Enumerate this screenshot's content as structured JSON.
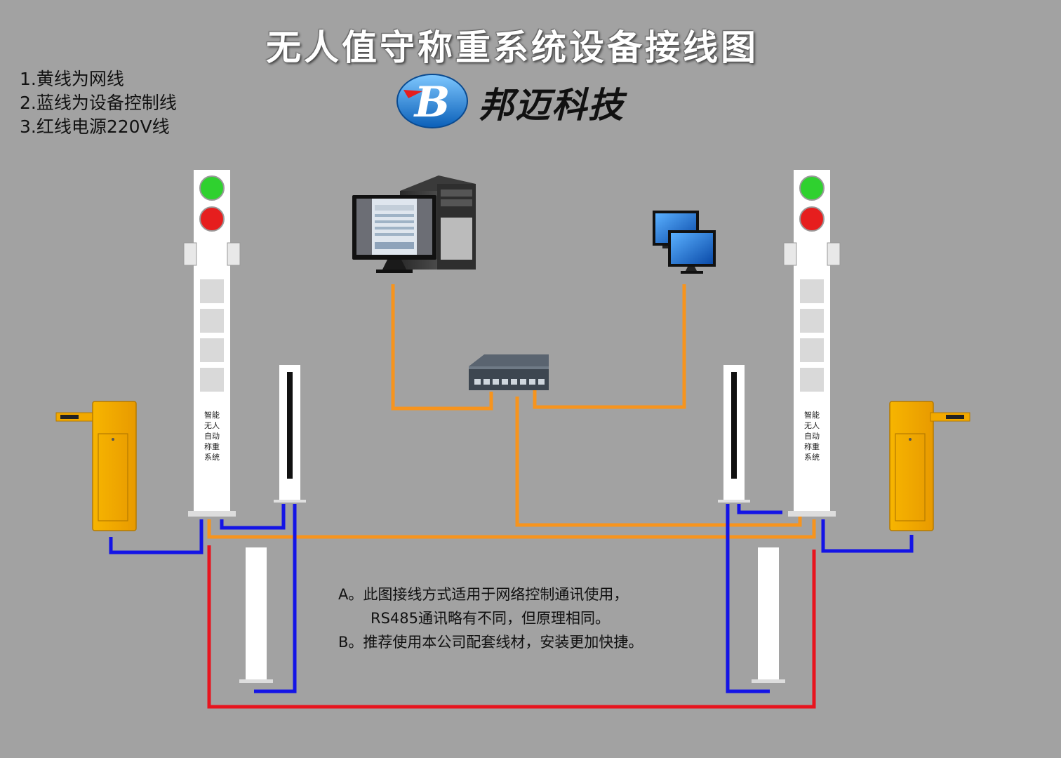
{
  "title": "无人值守称重系统设备接线图",
  "legend": [
    "1.黄线为网线",
    "2.蓝线为设备控制线",
    "3.红线电源220V线"
  ],
  "brand": {
    "name": "邦迈科技",
    "logo_icon": "bm-logo-icon"
  },
  "pole_label": "智能\n无人\n自动\n称重\n系统",
  "notes": [
    "A。此图接线方式适用于网络控制通讯使用，",
    "RS485通讯略有不同，但原理相同。",
    "B。推荐使用本公司配套线材，安装更加快捷。"
  ],
  "colors": {
    "background": "#a2a2a2",
    "network_line": "#f7941d",
    "control_line": "#1010e0",
    "power_line": "#e8141e",
    "signal_green": "#2fd12f",
    "signal_red": "#e61e1e",
    "barrier_yellow": "#f2a900"
  }
}
